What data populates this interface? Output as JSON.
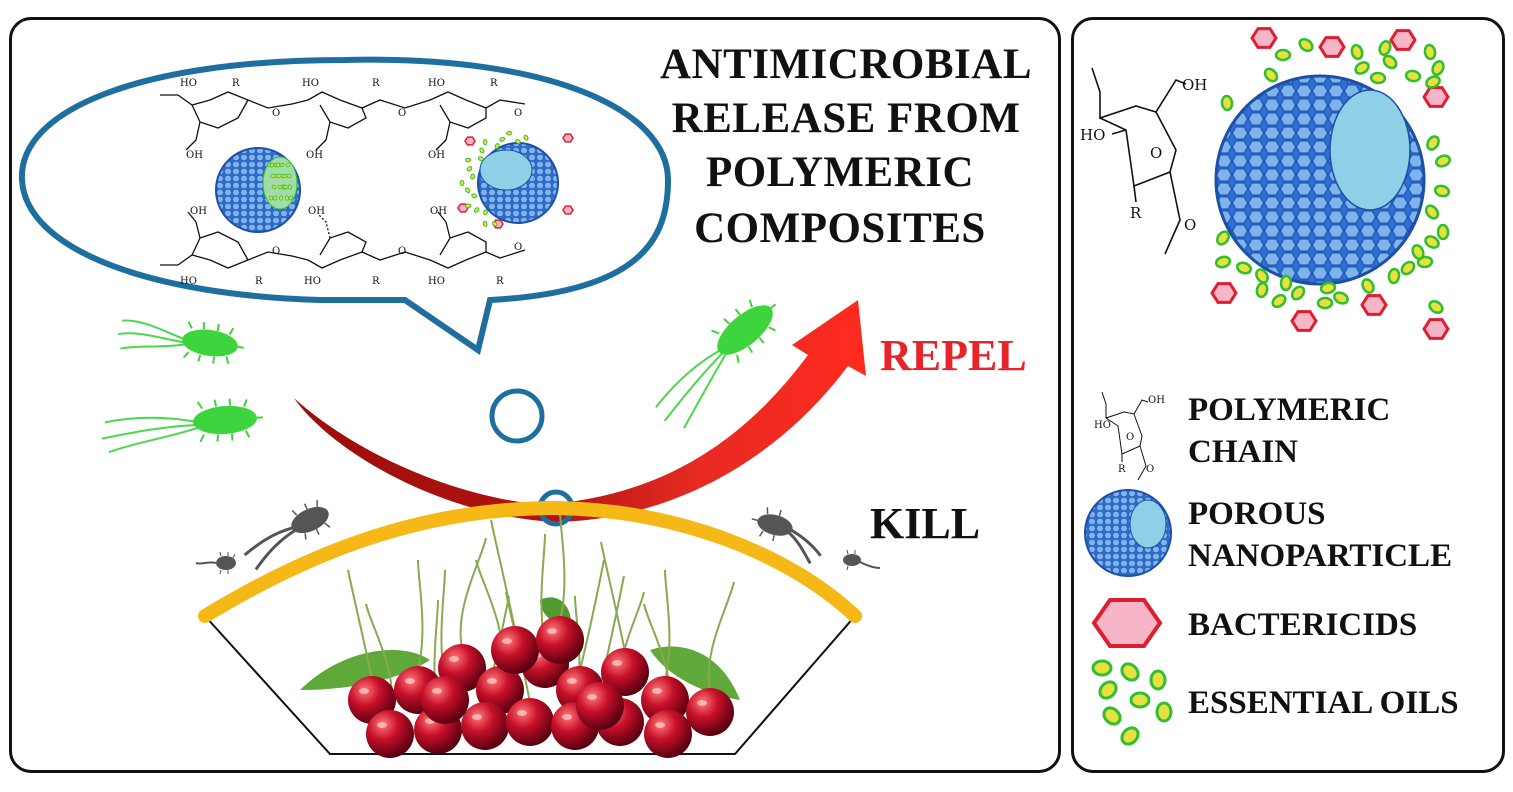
{
  "title": {
    "lines": [
      "ANTIMICROBIAL",
      "RELEASE FROM",
      "POLYMERIC",
      "COMPOSITES"
    ]
  },
  "actions": {
    "repel": "REPEL",
    "kill": "KILL"
  },
  "chemistry": {
    "hydroxyl": "HO",
    "hydroxyl_r": "OH",
    "oxygen": "O",
    "substituent": "R"
  },
  "legend": {
    "items": [
      {
        "line1": "POLYMERIC",
        "line2": "CHAIN",
        "icon": "polymer-chain-icon"
      },
      {
        "line1": "POROUS",
        "line2": "NANOPARTICLE",
        "icon": "porous-nanoparticle-icon"
      },
      {
        "line1": "BACTERICIDS",
        "line2": "",
        "icon": "bactericide-hexagon-icon"
      },
      {
        "line1": "ESSENTIAL OILS",
        "line2": "",
        "icon": "essential-oil-droplet-icon"
      }
    ]
  },
  "colors": {
    "repel_text": "#e8232a",
    "arrow_red": "#e0201c",
    "arrow_dark": "#a8100c",
    "bubble_border": "#1e6fa0",
    "film_yellow": "#f5b817",
    "bacteria_green": "#3ed43e",
    "nanoparticle_blue": "#2d6fd6",
    "nanoparticle_core": "#8fd0e6",
    "hexagon_pink": "#f7b6c8",
    "hexagon_border": "#e01c30",
    "oil_yellow": "#e8e040",
    "oil_green": "#2fbf2f"
  }
}
